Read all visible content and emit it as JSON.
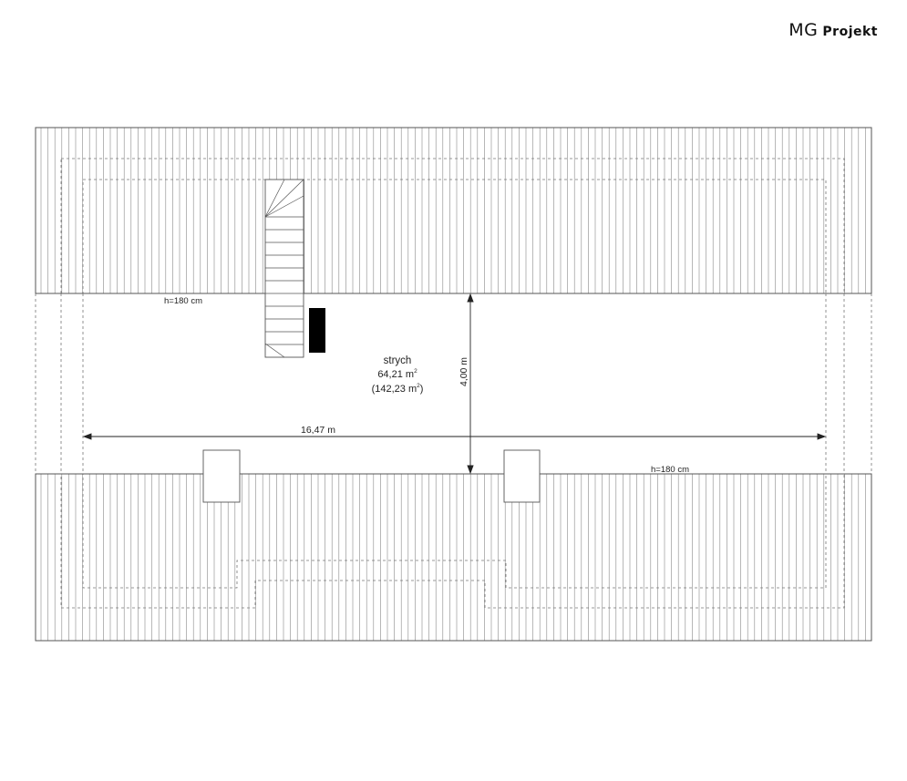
{
  "brand": {
    "mark": "MG",
    "name": "Projekt"
  },
  "room": {
    "name": "strych",
    "area": "64,21 m",
    "area_sup": "2",
    "total_open": "(142,23 m",
    "total_sup": "2",
    "total_close": ")"
  },
  "dimensions": {
    "width": "16,47 m",
    "depth": "4,00 m"
  },
  "heights": {
    "top": "h=180 cm",
    "bottom": "h=180 cm"
  },
  "colors": {
    "line": "#555555",
    "dashed": "#777777",
    "fill": "#000000"
  }
}
